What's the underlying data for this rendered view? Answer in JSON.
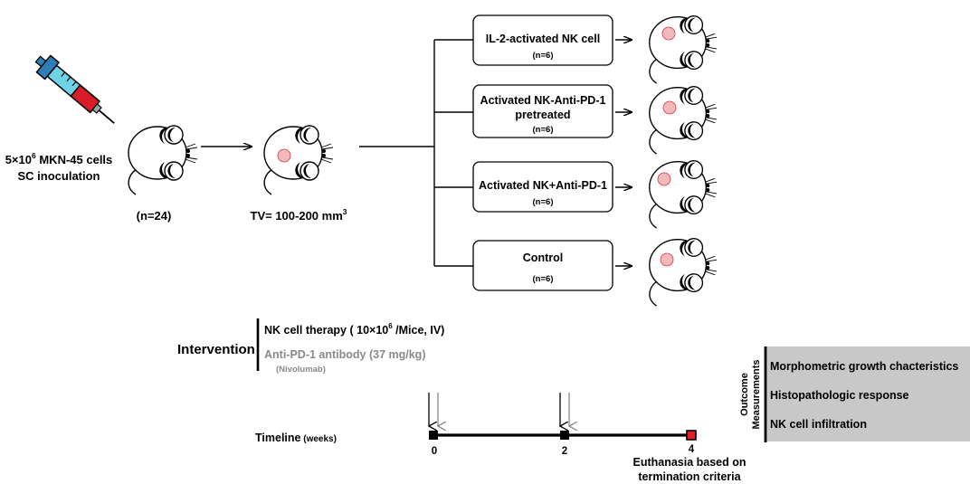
{
  "inoculation": {
    "line1_prefix": "5×10",
    "line1_exp": "6",
    "line1_suffix": " MKN-45 cells",
    "line2": "SC inoculation",
    "n_label": "(n=24)"
  },
  "tumor_volume": {
    "label": "TV= 100-200 mm",
    "exp": "3"
  },
  "groups": [
    {
      "line1": "IL-2-activated NK cell",
      "line2": "",
      "n": "(n=6)"
    },
    {
      "line1": "Activated NK-Anti-PD-1",
      "line2": "pretreated",
      "n": "(n=6)"
    },
    {
      "line1": "Activated NK+Anti-PD-1",
      "line2": "",
      "n": "(n=6)"
    },
    {
      "line1": "Control",
      "line2": "",
      "n": "(n=6)"
    }
  ],
  "intervention": {
    "title": "Intervention",
    "nk_prefix": "NK cell therapy ( 10×10",
    "nk_exp": "6",
    "nk_suffix": " /Mice, IV)",
    "antibody": "Anti-PD-1 antibody (37 mg/kg)",
    "antibody_sub": "(Nivolumab)"
  },
  "timeline": {
    "label_main": "Timeline",
    "label_unit": " (weeks)",
    "ticks": [
      "0",
      "2",
      "4"
    ],
    "end_line1": "Euthanasia based on",
    "end_line2": "termination criteria"
  },
  "outcome": {
    "vertical_line1": "Outcome",
    "vertical_line2": "Measurements",
    "items": [
      "Morphometric growth chacteristics",
      "Histopathologic response",
      "NK cell infiltration"
    ]
  },
  "colors": {
    "box_fill": "#ffffff",
    "outcome_panel": "#c8c8c8",
    "antibody_text": "#8a8a8a",
    "timeline_end_marker": "#e31e24",
    "tumor": "#f2b9bd",
    "syringe_barrel": "#6fd3e6",
    "syringe_liquid": "#d81c2a"
  }
}
